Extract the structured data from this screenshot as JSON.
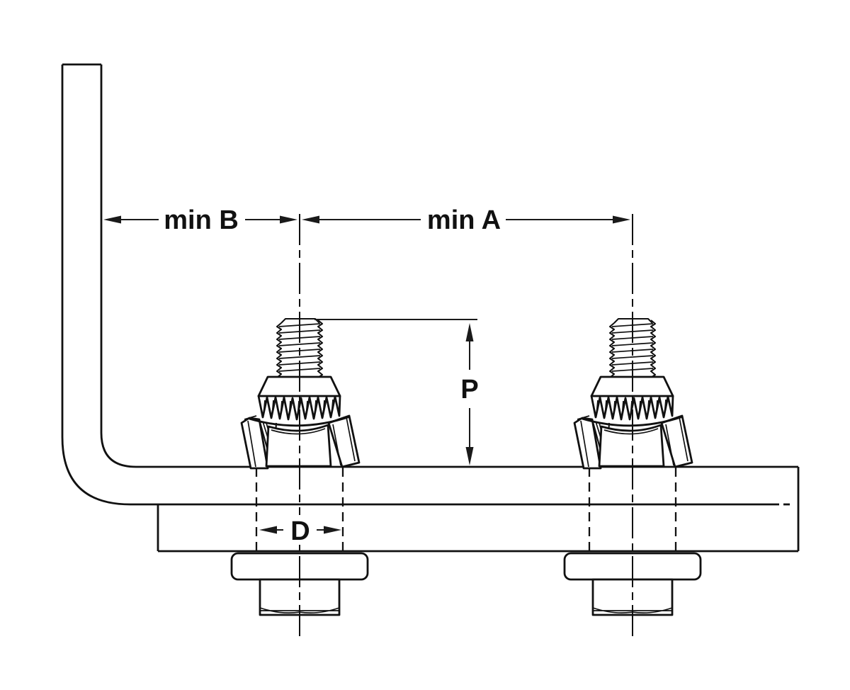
{
  "diagram": {
    "labels": {
      "min_b": "min B",
      "min_a": "min A",
      "projection": "P",
      "diameter": "D"
    },
    "colors": {
      "line": "#111111",
      "background": "#ffffff"
    }
  }
}
